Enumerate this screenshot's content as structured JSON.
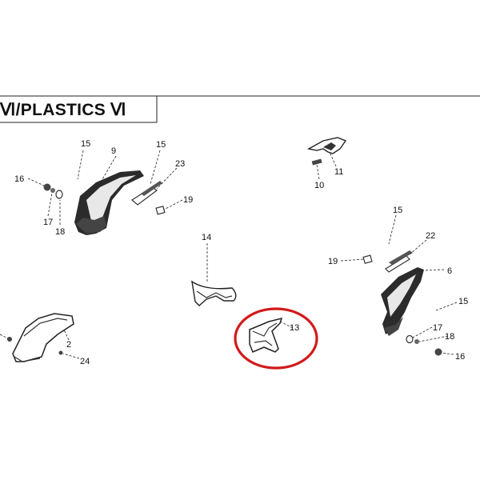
{
  "header": {
    "title": "Ⅵ/PLASTICS Ⅵ"
  },
  "callouts": [
    "15",
    "9",
    "15",
    "23",
    "16",
    "17",
    "18",
    "19",
    "11",
    "10",
    "15",
    "22",
    "19",
    "6",
    "14",
    "15",
    "17",
    "18",
    "16",
    "13",
    "2",
    "24"
  ],
  "highlight_color": "#d21a1a"
}
